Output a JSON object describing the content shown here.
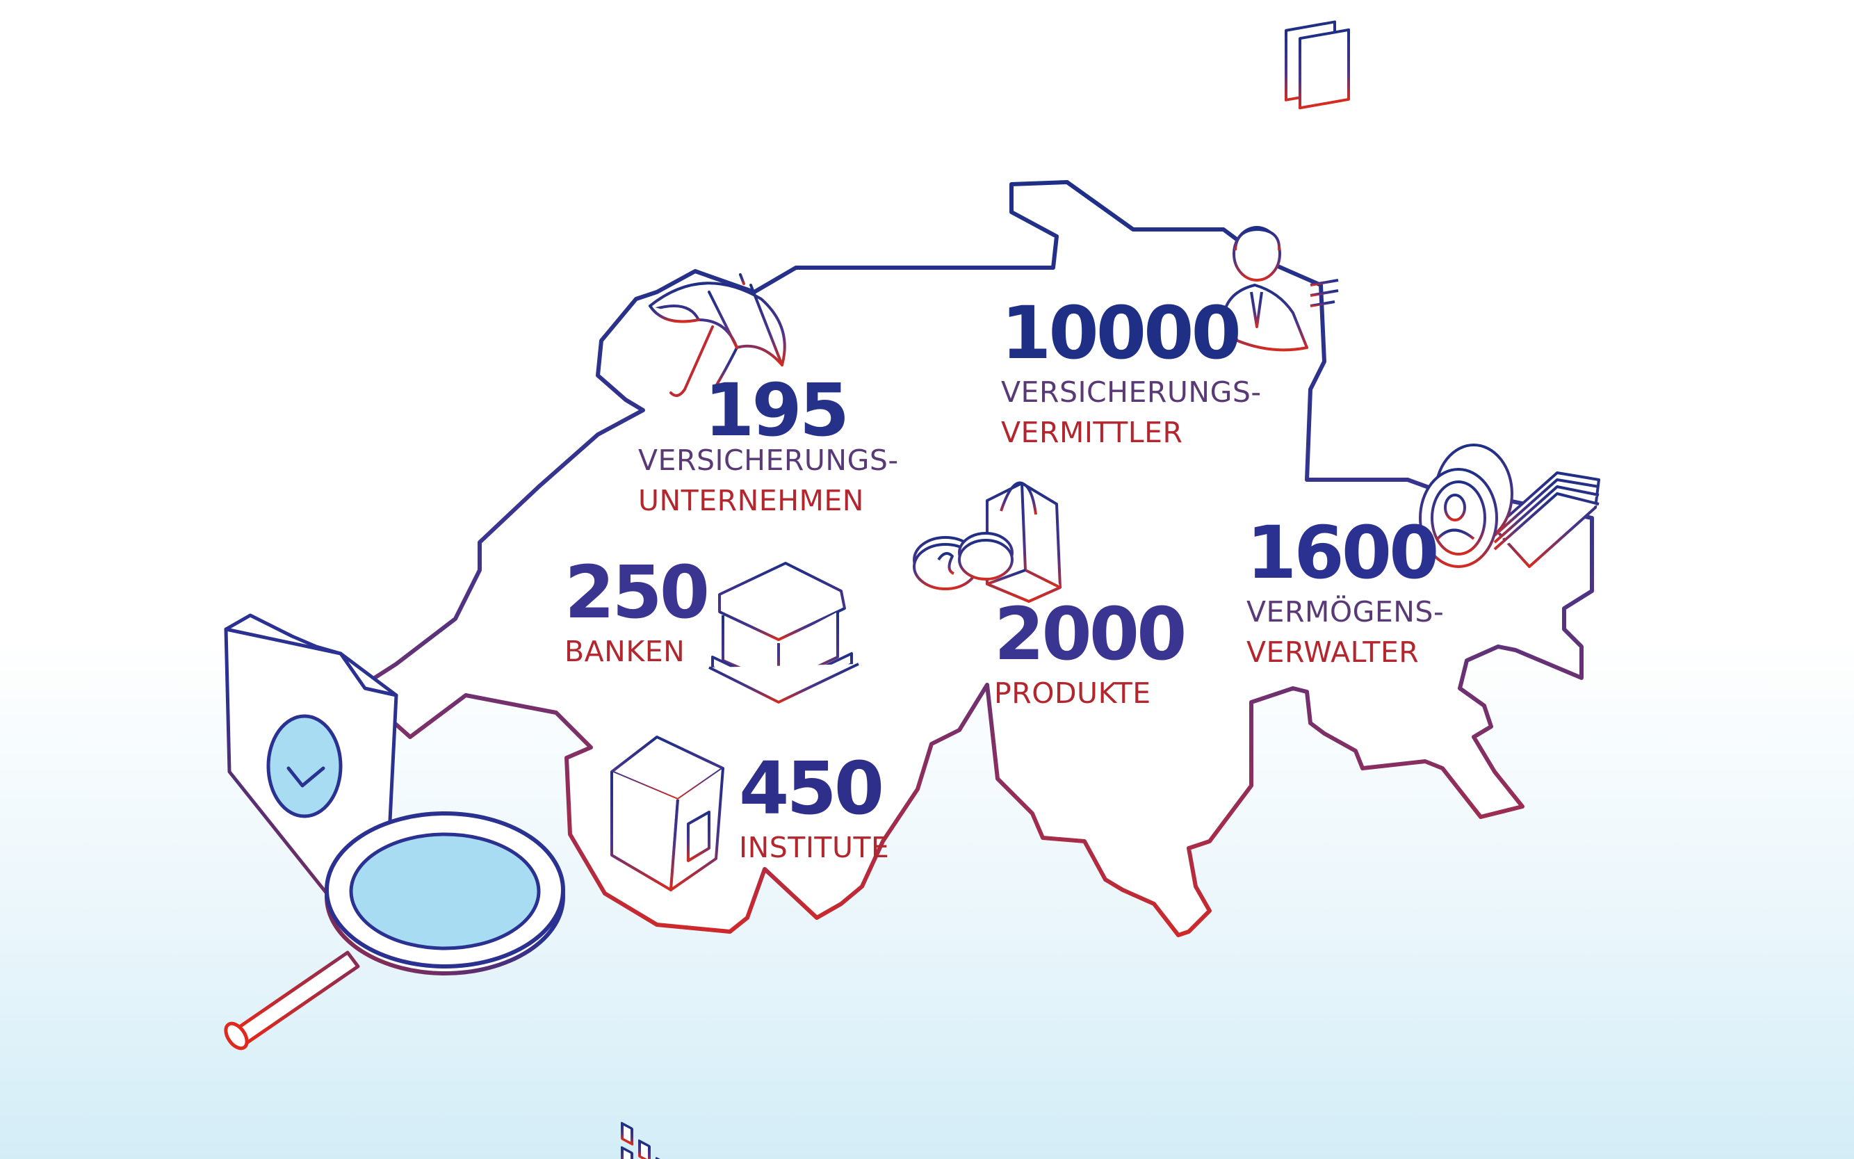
{
  "colors": {
    "navy": "#1f2f86",
    "red": "#d62b1f",
    "purple": "#5a3a76",
    "label_red": "#b3262e",
    "lens_fill": "#a8dcf2",
    "background_bottom": "#d3edf7"
  },
  "stats": [
    {
      "id": "insurers",
      "number": "195",
      "line1": "VERSICHERUNGS-",
      "line2": "UNTERNEHMEN",
      "icon": "umbrella-icon"
    },
    {
      "id": "brokers",
      "number": "10000",
      "line1": "VERSICHERUNGS-",
      "line2": "VERMITTLER",
      "icon": "advisor-documents-icon"
    },
    {
      "id": "banks",
      "number": "250",
      "line1": "BANKEN",
      "icon": "bank-building-icon"
    },
    {
      "id": "products",
      "number": "2000",
      "line1": "PRODUKTE",
      "icon": "coins-shopping-bag-icon"
    },
    {
      "id": "asset_managers",
      "number": "1600",
      "line1": "VERMÖGENS-",
      "line2": "VERWALTER",
      "icon": "coin-banknotes-icon"
    },
    {
      "id": "institutes",
      "number": "450",
      "line1": "INSTITUTE",
      "icon": "office-building-icon"
    }
  ],
  "decor_icons": [
    "shield-check-icon",
    "magnifier-icon"
  ]
}
